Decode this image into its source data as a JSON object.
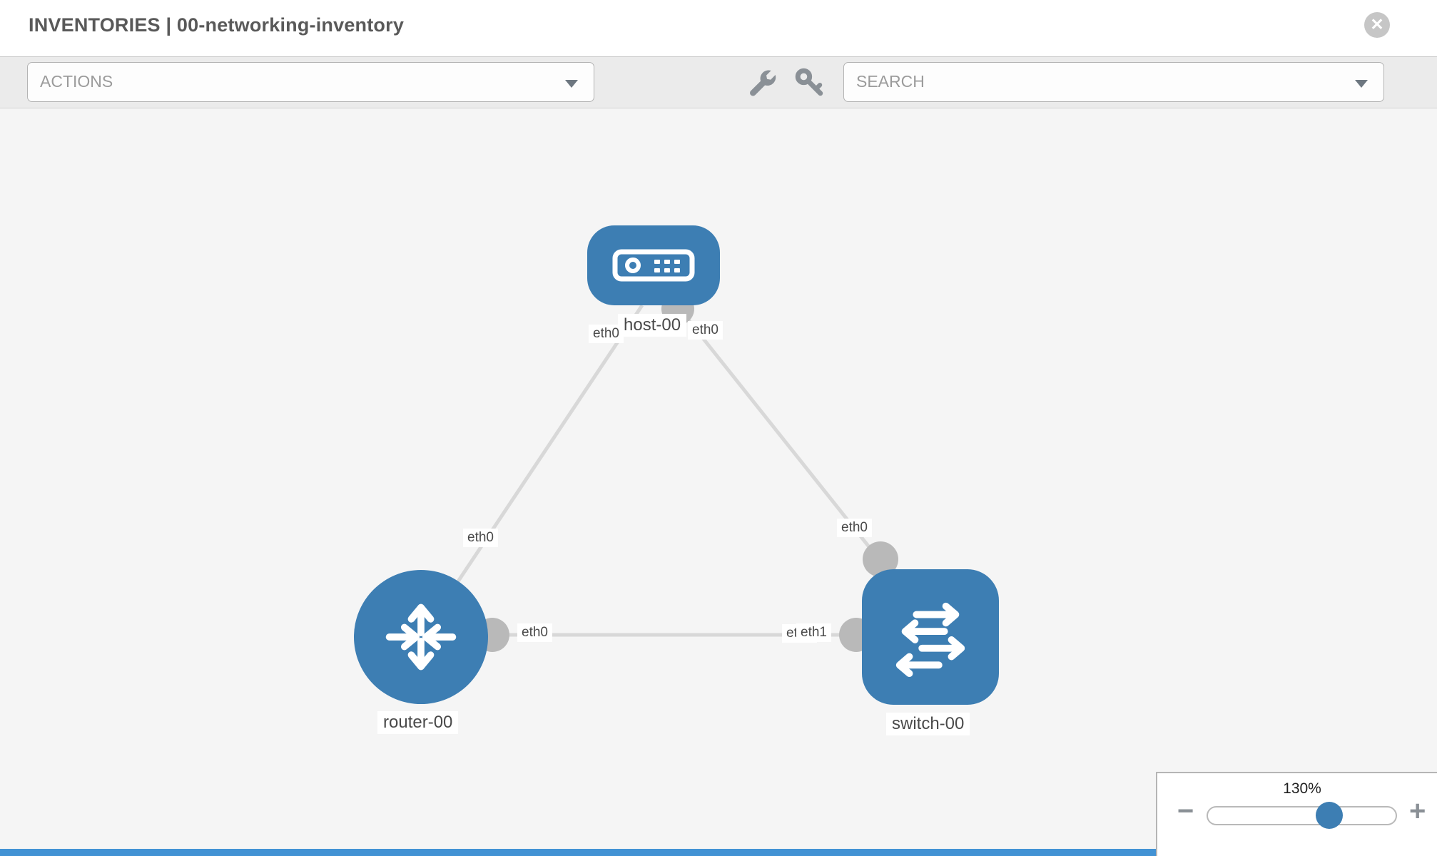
{
  "header": {
    "title": "INVENTORIES | 00-networking-inventory",
    "close_glyph": "✕"
  },
  "toolbar": {
    "actions_label": "ACTIONS",
    "search_label": "SEARCH",
    "icons": [
      "wrench-icon",
      "key-icon"
    ]
  },
  "topology": {
    "nodes": [
      {
        "id": "host-00",
        "type": "host",
        "label": "host-00"
      },
      {
        "id": "router-00",
        "type": "router",
        "label": "router-00"
      },
      {
        "id": "switch-00",
        "type": "switch",
        "label": "switch-00"
      }
    ],
    "links": [
      {
        "from": "host-00",
        "to": "router-00"
      },
      {
        "from": "host-00",
        "to": "switch-00"
      },
      {
        "from": "router-00",
        "to": "switch-00"
      }
    ],
    "interfaces": {
      "host_left": "eth0",
      "host_right": "eth0",
      "router_top": "eth0",
      "router_right": "eth0",
      "switch_top": "eth0",
      "switch_left_back": "eth0",
      "switch_left_front": "eth1"
    }
  },
  "zoom": {
    "level": "130%",
    "minus_label": "−",
    "plus_label": "+"
  },
  "colors": {
    "node_blue": "#3d7eb3",
    "link_gray": "#d8d8d8",
    "connector_gray": "#b9b9b9",
    "icon_gray": "#8a9096",
    "toolbar_bg": "#ebebeb",
    "canvas_bg": "#f5f5f5",
    "bottom_strip_blue": "#4292d4"
  }
}
